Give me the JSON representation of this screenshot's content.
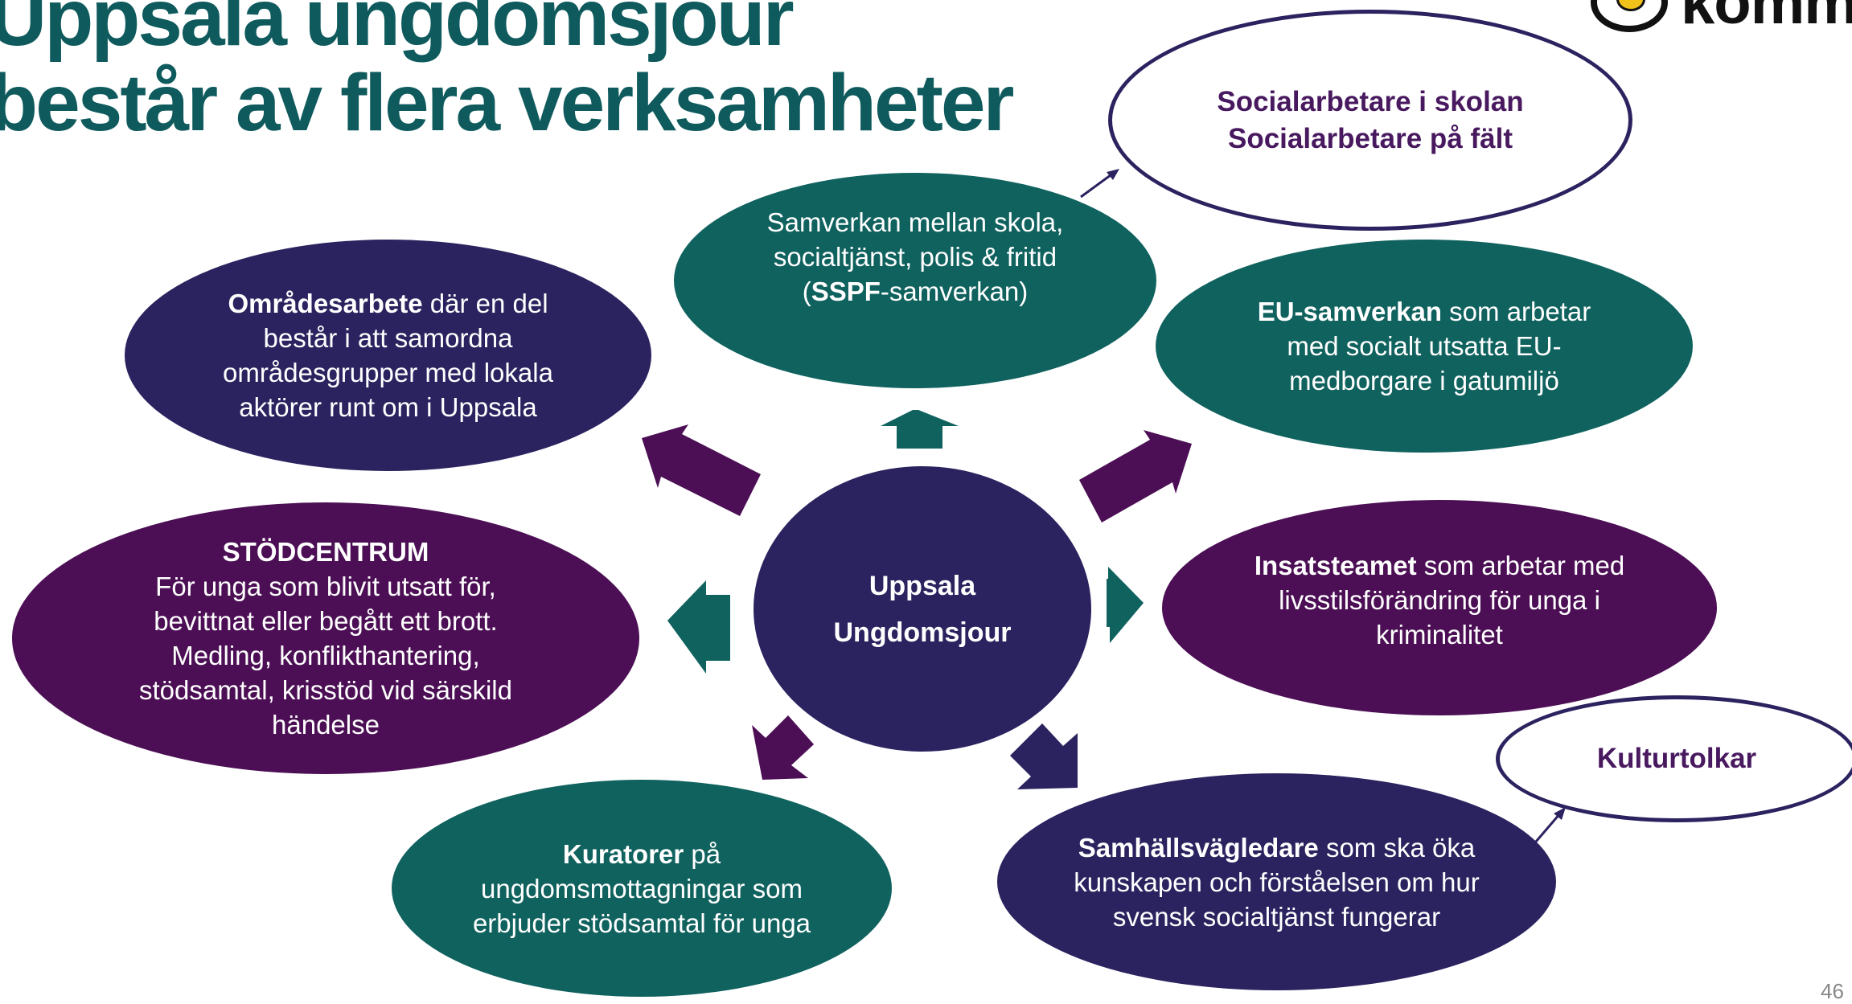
{
  "title": {
    "line1": "Uppsala ungdomsjour",
    "line2": "består av flera verksamheter"
  },
  "logo": {
    "text": "kommun"
  },
  "center": {
    "line1": "Uppsala",
    "line2": "Ungdomsjour"
  },
  "nodes": {
    "ssp": {
      "line1": "Samverkan mellan skola,",
      "line2": "socialtjänst, polis & fritid",
      "open_paren": "(",
      "bold": "SSPF",
      "rest": "-samverkan)"
    },
    "omrade": {
      "bold": "Områdesarbete",
      "rest": " där en del består i att samordna områdesgrupper med lokala aktörer runt om i Uppsala"
    },
    "eu": {
      "bold": "EU-samverkan",
      "rest": " som arbetar med socialt utsatta EU-medborgare i gatumiljö"
    },
    "stod": {
      "heading": "STÖDCENTRUM",
      "body": "För unga som blivit utsatt för, bevittnat eller begått ett brott. Medling, konflikthantering, stödsamtal, krisstöd vid särskild händelse"
    },
    "insats": {
      "bold": "Insatsteamet",
      "rest": " som arbetar med livsstilsförändring för unga i kriminalitet"
    },
    "kurator": {
      "bold": "Kuratorer",
      "rest": " på ungdomsmottagningar som erbjuder stödsamtal för unga"
    },
    "samhall": {
      "bold": "Samhällsvägledare",
      "rest": " som ska öka kunskapen och förståelsen om hur svensk socialtjänst fungerar"
    }
  },
  "callouts": {
    "social": {
      "line1": "Socialarbetare i skolan",
      "line2": "Socialarbetare på fält"
    },
    "kultur": {
      "text": "Kulturtolkar"
    }
  },
  "page_number": "46",
  "colors": {
    "title": "#0f5a5d",
    "teal": "#10625f",
    "navy": "#2b235f",
    "purple": "#4c0f55",
    "callout_text": "#48195f"
  }
}
